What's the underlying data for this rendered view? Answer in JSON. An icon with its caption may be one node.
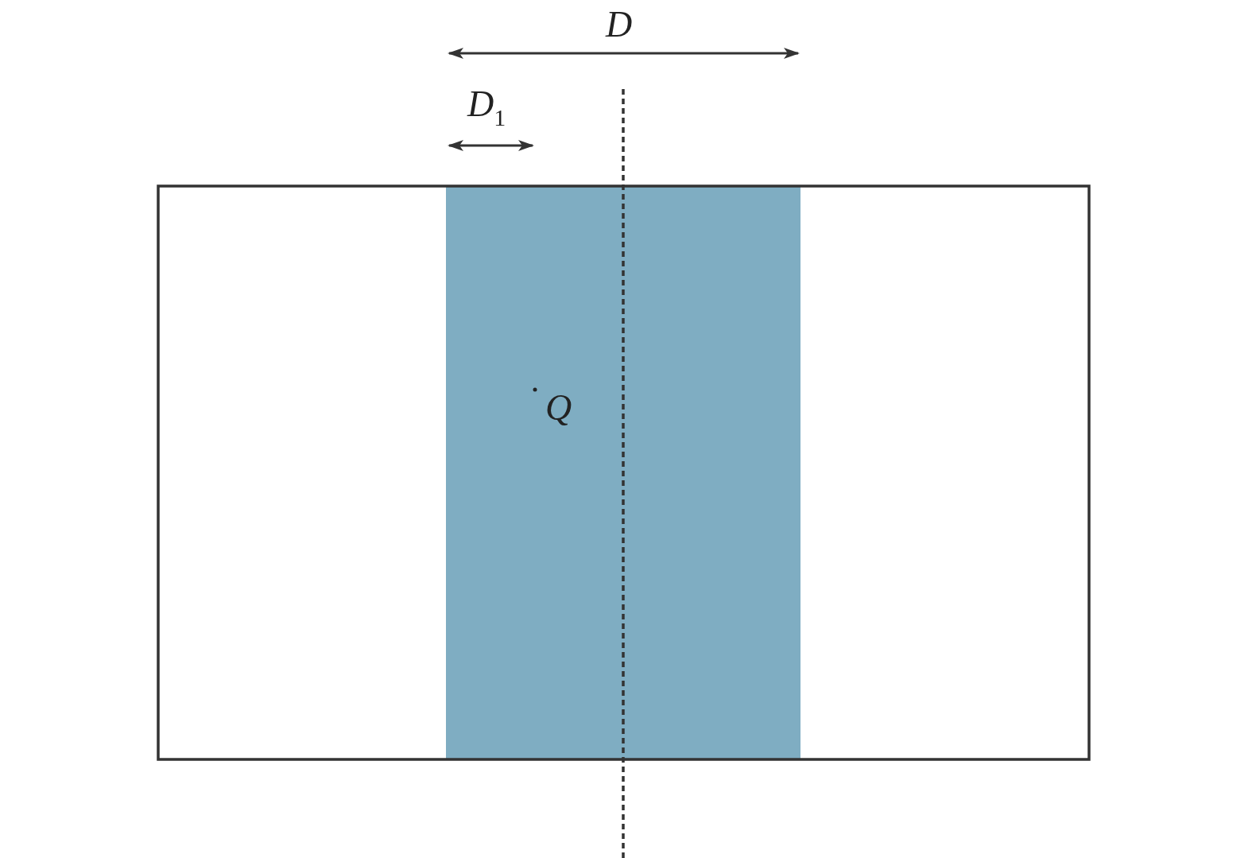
{
  "diagram": {
    "labels": [
      "D",
      "D$_{1}$",
      "Q"
    ]
  }
}
